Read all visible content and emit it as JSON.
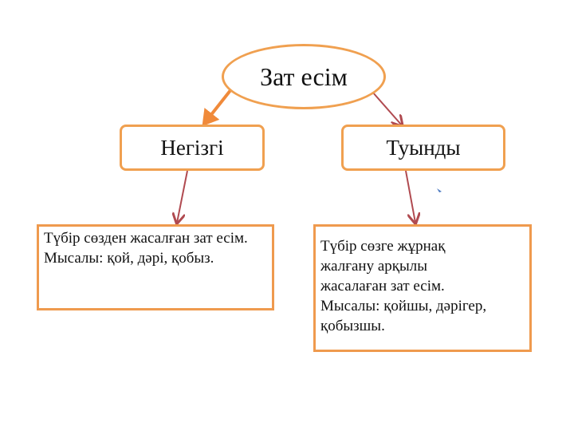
{
  "root": {
    "label": "Зат есім"
  },
  "branches": [
    {
      "label": "Негізгі",
      "description": "Түбір сөзден жасалған зат есім. Мысалы: қой, дәрі, қобыз."
    },
    {
      "label": "Туынды",
      "description": "Түбір сөзге жұрнақ жалғану арқылы жасалаған зат есім. Мысалы: қойшы, дәрігер, қобызшы."
    }
  ],
  "colors": {
    "border": "#f0a050",
    "arrow": "#b04a50",
    "arrow_orange": "#f08a3a"
  }
}
